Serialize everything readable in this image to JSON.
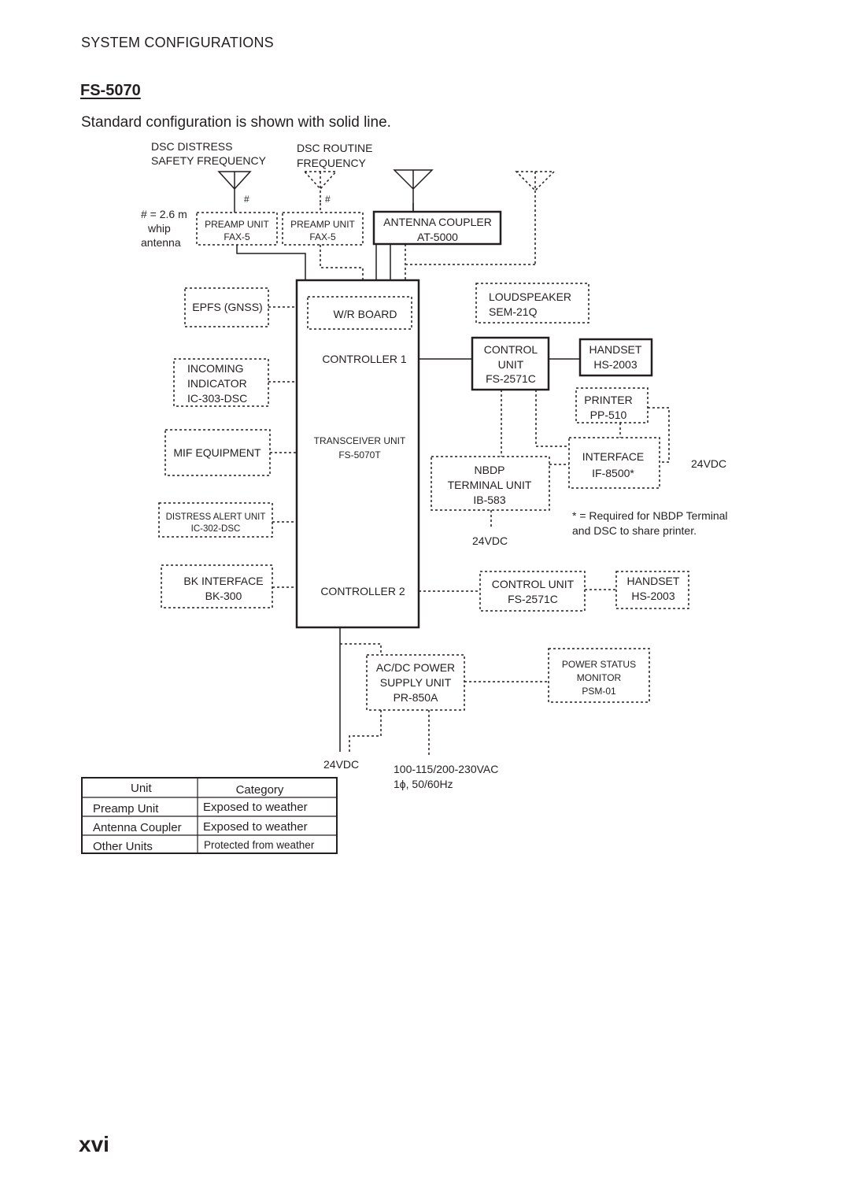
{
  "header": {
    "section_title": "SYSTEM CONFIGURATIONS",
    "model_title": "FS-5070",
    "intro": "Standard configuration is shown with solid line."
  },
  "diagram": {
    "freq_labels": {
      "distress_line1": "DSC DISTRESS",
      "distress_line2": "SAFETY FREQUENCY",
      "routine_line1": "DSC ROUTINE",
      "routine_line2": "FREQUENCY"
    },
    "hash1": "#",
    "hash2": "#",
    "whip_note": {
      "line1": "# = 2.6 m",
      "line2": "whip",
      "line3": "antenna"
    },
    "preamp1": {
      "name": "PREAMP UNIT",
      "model": "FAX-5"
    },
    "preamp2": {
      "name": "PREAMP UNIT",
      "model": "FAX-5"
    },
    "coupler": {
      "name": "ANTENNA COUPLER",
      "model": "AT-5000"
    },
    "epfs": {
      "name": "EPFS (GNSS)"
    },
    "wr_board": {
      "name": "W/R BOARD"
    },
    "controller1": "CONTROLLER 1",
    "transceiver": {
      "name": "TRANSCEIVER UNIT",
      "model": "FS-5070T"
    },
    "controller2": "CONTROLLER 2",
    "incoming": {
      "line1": "INCOMING",
      "line2": "INDICATOR",
      "model": "IC-303-DSC"
    },
    "mif": {
      "name": "MIF EQUIPMENT"
    },
    "distress_alert": {
      "name": "DISTRESS ALERT UNIT",
      "model": "IC-302-DSC"
    },
    "bk_interface": {
      "name": "BK INTERFACE",
      "model": "BK-300"
    },
    "loudspeaker": {
      "name": "LOUDSPEAKER",
      "model": "SEM-21Q"
    },
    "control_unit1": {
      "line1": "CONTROL",
      "line2": "UNIT",
      "model": "FS-2571C"
    },
    "handset1": {
      "name": "HANDSET",
      "model": "HS-2003"
    },
    "printer": {
      "name": "PRINTER",
      "model": "PP-510"
    },
    "interface": {
      "name": "INTERFACE",
      "model": "IF-8500*"
    },
    "nbdp": {
      "line1": "NBDP",
      "line2": "TERMINAL UNIT",
      "model": "IB-583"
    },
    "v24_interface": "24VDC",
    "v24_nbdp": "24VDC",
    "footnote": {
      "line1": "* = Required for NBDP Terminal",
      "line2": "and DSC to share printer."
    },
    "control_unit2": {
      "name": "CONTROL UNIT",
      "model": "FS-2571C"
    },
    "handset2": {
      "name": "HANDSET",
      "model": "HS-2003"
    },
    "psu": {
      "line1": "AC/DC POWER",
      "line2": "SUPPLY UNIT",
      "model": "PR-850A"
    },
    "psm": {
      "line1": "POWER STATUS",
      "line2": "MONITOR",
      "model": "PSM-01"
    },
    "v24_main": "24VDC",
    "ac_input": {
      "line1": "100-115/200-230VAC",
      "line2": "1ϕ, 50/60Hz"
    }
  },
  "legend_table": {
    "headers": [
      "Unit",
      "Category"
    ],
    "rows": [
      [
        "Preamp Unit",
        "Exposed to weather"
      ],
      [
        "Antenna Coupler",
        "Exposed to weather"
      ],
      [
        "Other Units",
        "Protected from weather"
      ]
    ]
  },
  "page_number": "xvi",
  "icons": [
    "antenna-icon"
  ]
}
